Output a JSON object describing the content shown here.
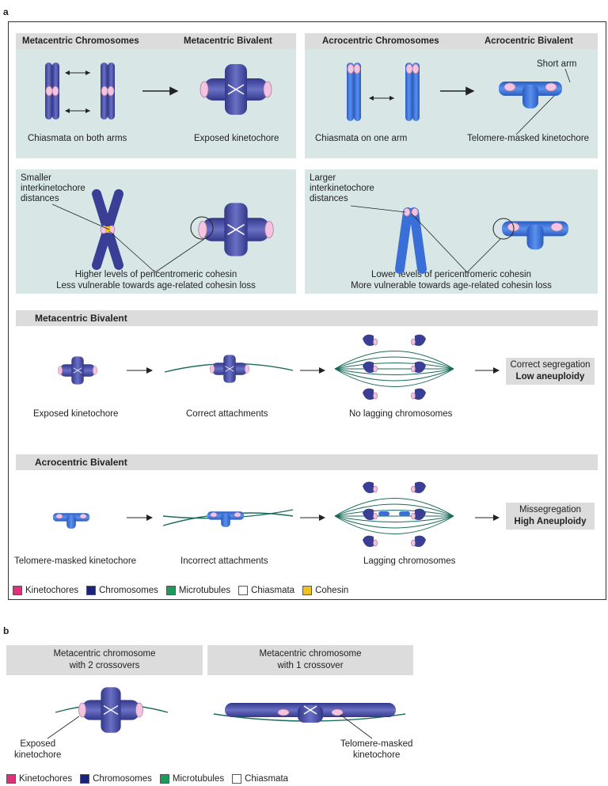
{
  "panels": {
    "a": "a",
    "b": "b"
  },
  "a_top": {
    "metacentric_chromosomes": "Metacentric Chromosomes",
    "metacentric_bivalent": "Metacentric Bivalent",
    "acrocentric_chromosomes": "Acrocentric Chromosomes",
    "acrocentric_bivalent": "Acrocentric Bivalent",
    "chiasmata_both_arms": "Chiasmata on both arms",
    "exposed_kinetochore": "Exposed kinetochore",
    "chiasmata_one_arm": "Chiasmata on one arm",
    "short_arm": "Short arm",
    "telomere_masked_kinetochore": "Telomere-masked kinetochore"
  },
  "a_mid": {
    "smaller_distances": [
      "Smaller",
      "interkinetochore",
      "distances"
    ],
    "higher_cohesin": [
      "Higher levels of pericentromeric cohesin",
      "Less vulnerable towards age-related cohesin loss"
    ],
    "larger_distances": [
      "Larger",
      "interkinetochore",
      "distances"
    ],
    "lower_cohesin": [
      "Lower levels of pericentromeric cohesin",
      "More vulnerable towards age-related cohesin loss"
    ]
  },
  "row_metacentric": {
    "header": "Metacentric Bivalent",
    "step1": "Exposed kinetochore",
    "step2": "Correct attachments",
    "step3": "No lagging chromosomes",
    "outcome_line1": "Correct segregation",
    "outcome_line2": "Low aneuploidy"
  },
  "row_acrocentric": {
    "header": "Acrocentric Bivalent",
    "step1": "Telomere-masked kinetochore",
    "step2": "Incorrect attachments",
    "step3": "Lagging chromosomes",
    "outcome_line1": "Missegregation",
    "outcome_line2": "High Aneuploidy"
  },
  "legend_a": [
    {
      "label": "Kinetochores",
      "color": "#e0307a"
    },
    {
      "label": "Chromosomes",
      "color": "#1a237e"
    },
    {
      "label": "Microtubules",
      "color": "#1e9a5a"
    },
    {
      "label": "Chiasmata",
      "color": "#ffffff"
    },
    {
      "label": "Cohesin",
      "color": "#f0c020"
    }
  ],
  "b": {
    "left_title": [
      "Metacentric chromosome",
      "with 2 crossovers"
    ],
    "right_title": [
      "Metacentric chromosome",
      "with 1 crossover"
    ],
    "exposed": [
      "Exposed",
      "kinetochore"
    ],
    "masked": [
      "Telomere-masked",
      "kinetochore"
    ]
  },
  "legend_b": [
    {
      "label": "Kinetochores",
      "color": "#e0307a"
    },
    {
      "label": "Chromosomes",
      "color": "#1a237e"
    },
    {
      "label": "Microtubules",
      "color": "#1e9a5a"
    },
    {
      "label": "Chiasmata",
      "color": "#ffffff"
    }
  ],
  "colors": {
    "metacentric": "#4a4fa8",
    "acrocentric": "#3a6fd8",
    "kinetochore": "#f2c4e0",
    "microtubule": "#1b6b5a",
    "panel_teal": "#d8e6e6",
    "header_gray": "#dcdcdc"
  }
}
